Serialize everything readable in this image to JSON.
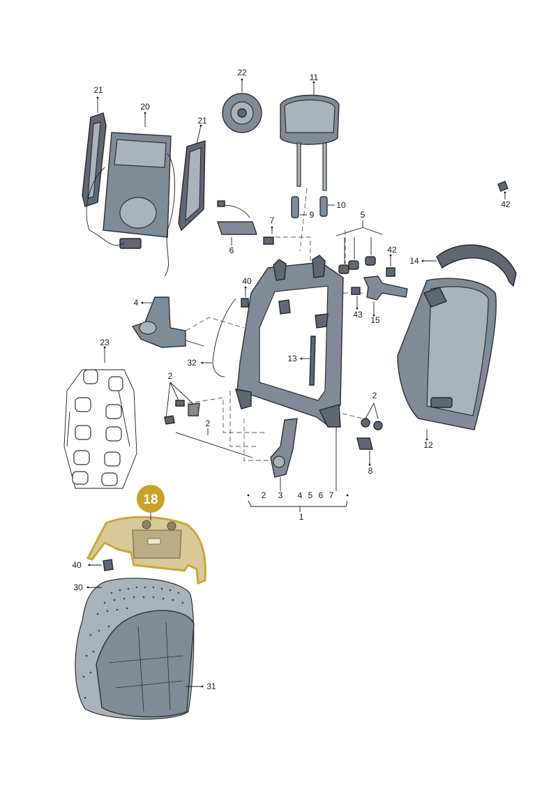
{
  "colors": {
    "part_fill": "#7f8b96",
    "highlight_fill": "#c9a227",
    "highlight_outline": "#caa63a",
    "highlight_badge_text": "#ffffff",
    "background": "#ffffff"
  },
  "labels": {
    "p1": "1",
    "p2a": "2",
    "p2b": "2",
    "p2c": "2",
    "p2d": "2",
    "p3": "3",
    "p4a": "4",
    "p4b": "4",
    "p5a": "5",
    "p5b": "5",
    "p6a": "6",
    "p6b": "6",
    "p7a": "7",
    "p7b": "7",
    "p8": "8",
    "p9": "9",
    "p10": "10",
    "p11": "11",
    "p12": "12",
    "p13": "13",
    "p14": "14",
    "p15": "15",
    "p20": "20",
    "p21a": "21",
    "p21b": "21",
    "p22": "22",
    "p23": "23",
    "p30": "30",
    "p31": "31",
    "p32": "32",
    "p40a": "40",
    "p40b": "40",
    "p42a": "42",
    "p42b": "42",
    "p43": "43"
  },
  "highlight": {
    "label": "18",
    "icon": "seat-back-panel-icon"
  }
}
